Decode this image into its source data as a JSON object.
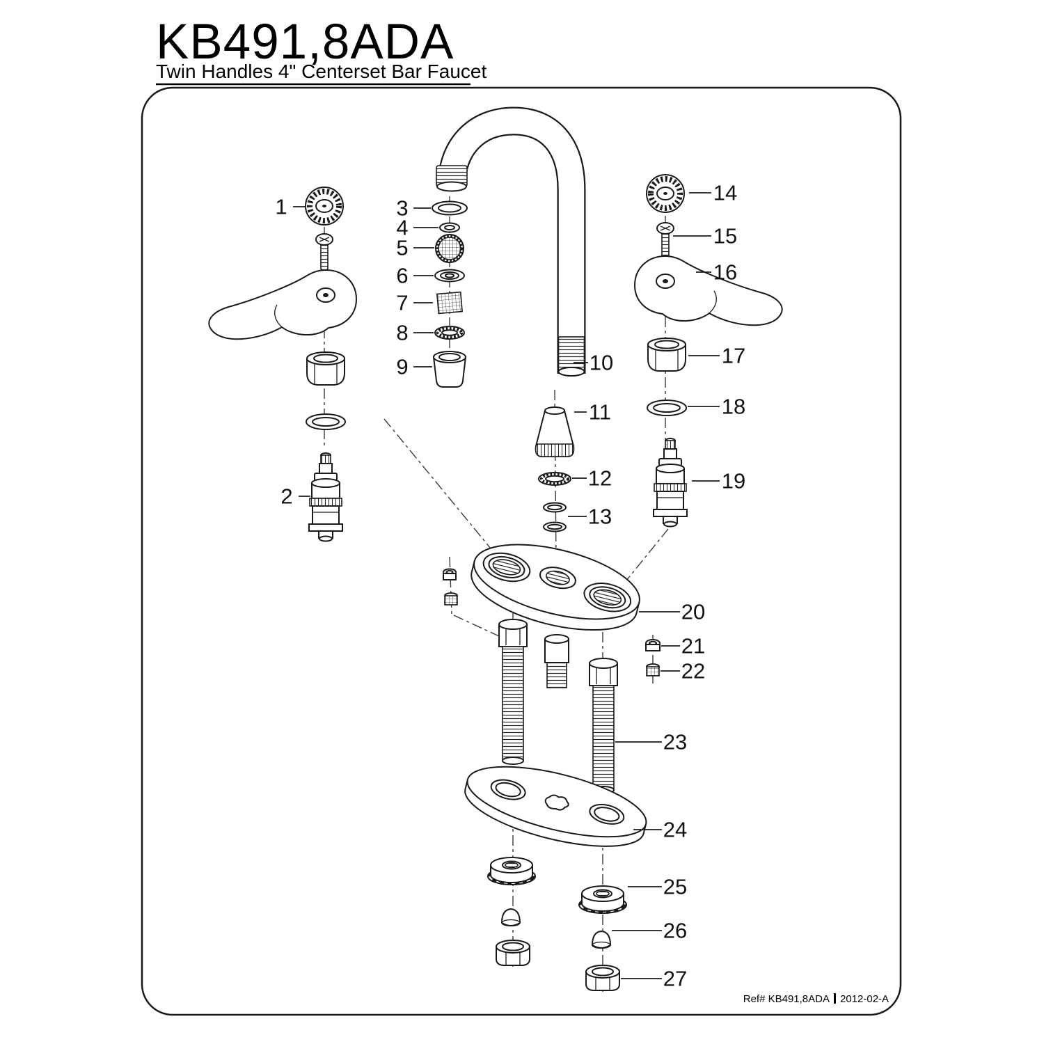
{
  "title": "KB491,8ADA",
  "subtitle": "Twin Handles 4\" Centerset Bar Faucet",
  "footer": {
    "ref": "Ref# KB491,8ADA",
    "code": "2012-02-A"
  },
  "callouts": [
    "1",
    "2",
    "3",
    "4",
    "5",
    "6",
    "7",
    "8",
    "9",
    "10",
    "11",
    "12",
    "13",
    "14",
    "15",
    "16",
    "17",
    "18",
    "19",
    "20",
    "21",
    "22",
    "23",
    "24",
    "25",
    "26",
    "27"
  ]
}
